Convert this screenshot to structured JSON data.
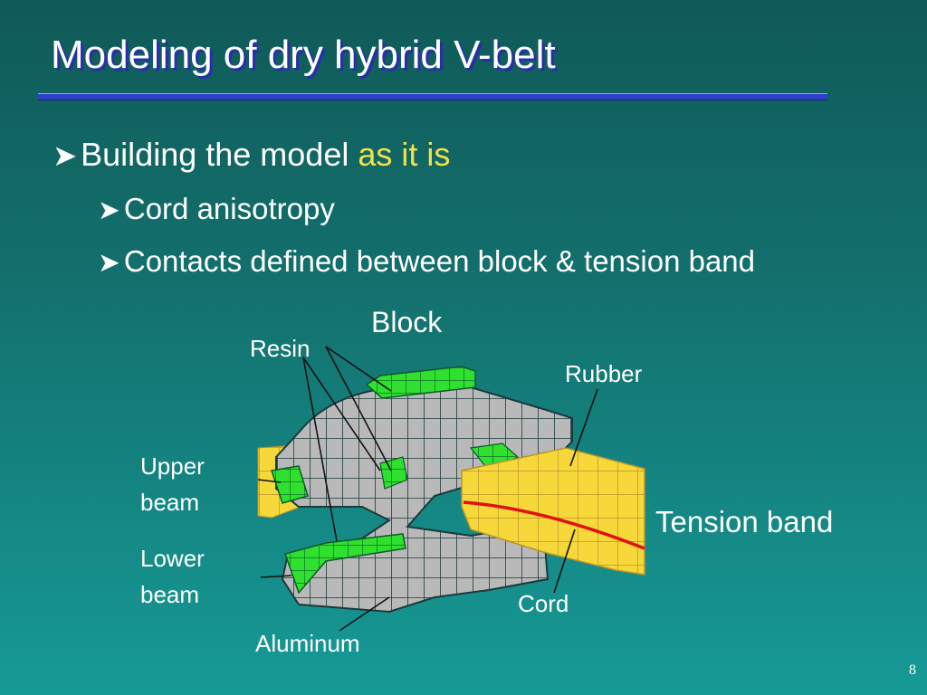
{
  "slide": {
    "title": "Modeling of dry hybrid V-belt",
    "page_number": "8"
  },
  "bullets": [
    {
      "text": "Building the model",
      "accent": "as it is"
    },
    {
      "text": "Cord anisotropy"
    },
    {
      "text": "Contacts defined between block & tension band"
    }
  ],
  "diagram": {
    "labels": {
      "block": "Block",
      "resin": "Resin",
      "rubber": "Rubber",
      "upper_beam_1": "Upper",
      "upper_beam_2": "beam",
      "lower_beam_1": "Lower",
      "lower_beam_2": "beam",
      "tension_band": "Tension band",
      "cord": "Cord",
      "aluminum": "Aluminum"
    },
    "colors": {
      "aluminum": "#b9b9b9",
      "resin": "#2fe02f",
      "rubber": "#f6d83a",
      "cord": "#e01010",
      "mesh": "#1b3a3a"
    }
  }
}
